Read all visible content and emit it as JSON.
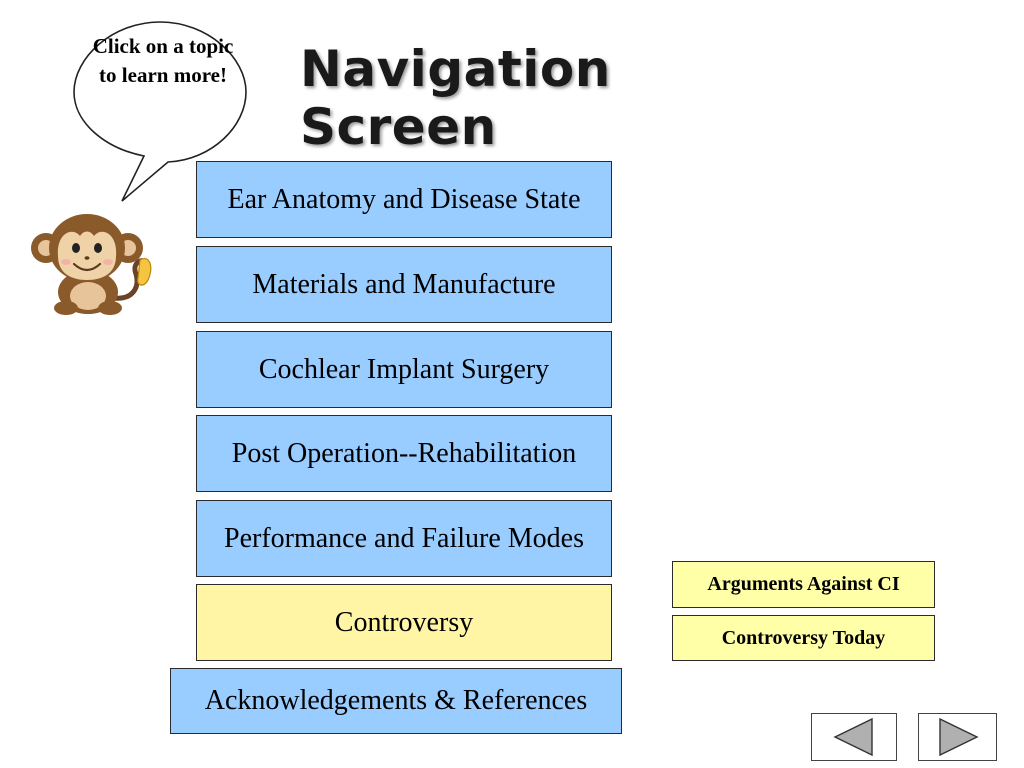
{
  "page": {
    "title": "Navigation Screen"
  },
  "bubble": {
    "text": "Click on a topic to learn more!"
  },
  "topics": [
    {
      "label": "Ear Anatomy and Disease State"
    },
    {
      "label": "Materials and Manufacture"
    },
    {
      "label": "Cochlear Implant Surgery"
    },
    {
      "label": "Post Operation--Rehabilitation"
    },
    {
      "label": "Performance and Failure Modes"
    },
    {
      "label": "Controversy"
    },
    {
      "label": "Acknowledgements & References"
    }
  ],
  "subtopics": [
    {
      "label": "Arguments Against CI"
    },
    {
      "label": "Controversy Today"
    }
  ],
  "nav": {
    "back_icon": "triangle-left-icon",
    "forward_icon": "triangle-right-icon"
  },
  "colors": {
    "topic_blue": "#99ccff",
    "topic_yellow": "#fff5a5",
    "subtopic_yellow": "#ffffa8"
  }
}
